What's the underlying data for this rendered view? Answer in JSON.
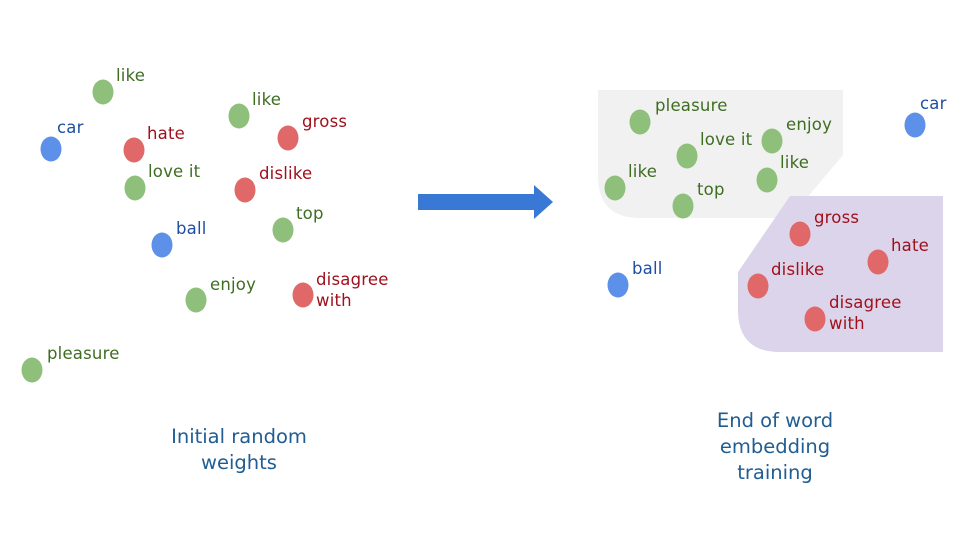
{
  "colors": {
    "positive": "#8fc07b",
    "negative": "#e06868",
    "neutral": "#5d90e8",
    "caption": "#1f5d93",
    "arrow": "#3a78d6",
    "positive_region": "#f1f1f1",
    "negative_region": "#dcd4ea"
  },
  "left": {
    "caption": [
      "Initial random",
      "weights"
    ],
    "words": [
      "like",
      "car",
      "hate",
      "love it",
      "like",
      "gross",
      "dislike",
      "top",
      "ball",
      "enjoy",
      "disagree\nwith",
      "pleasure"
    ]
  },
  "right": {
    "caption": [
      "End of word",
      "embedding",
      "training"
    ],
    "words": [
      "pleasure",
      "love it",
      "enjoy",
      "like",
      "top",
      "like",
      "car",
      "gross",
      "hate",
      "dislike",
      "disagree\nwith",
      "ball"
    ]
  }
}
